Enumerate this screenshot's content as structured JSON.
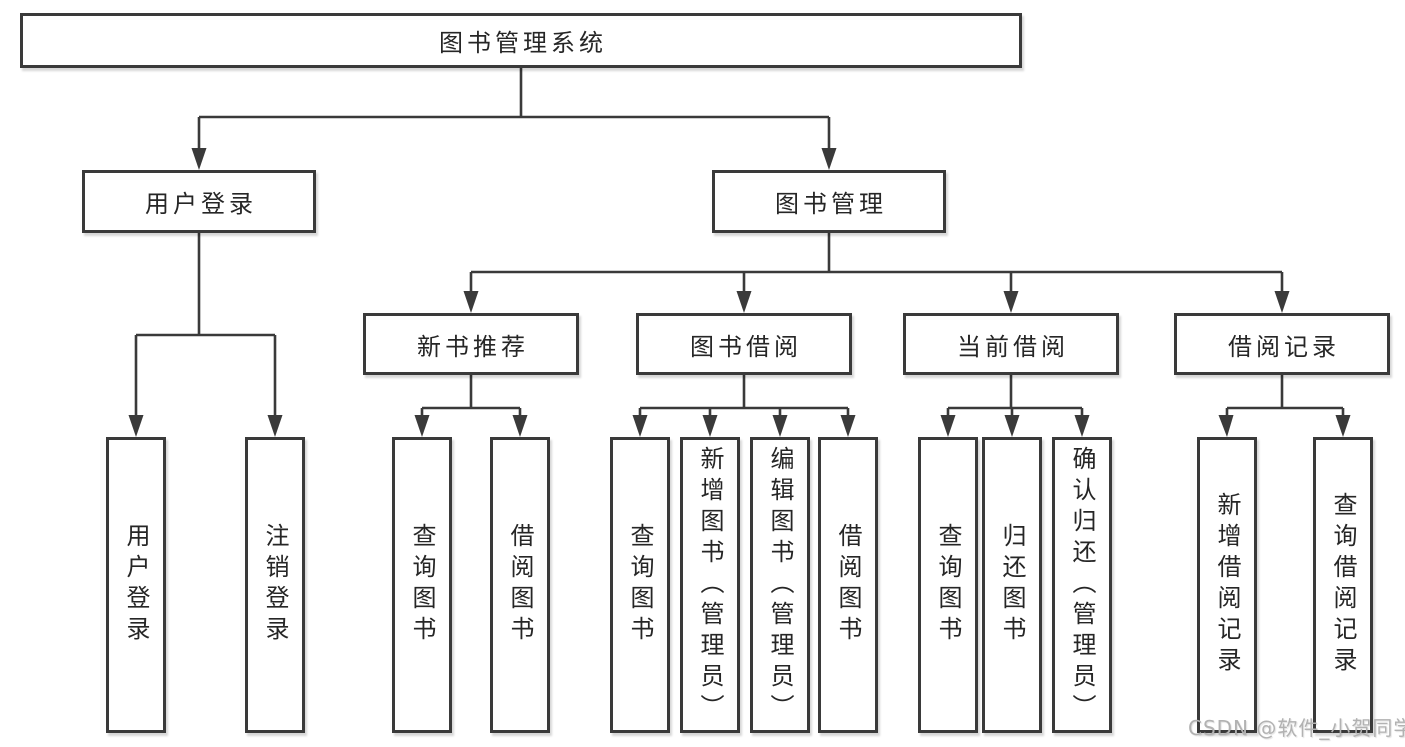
{
  "colors": {
    "line": "#3a3a3a",
    "text": "#262626",
    "background": "#ffffff",
    "watermark": "#b2b2b2"
  },
  "tree": {
    "root": {
      "label": "图书管理系统",
      "children": [
        {
          "label": "用户登录",
          "children": [
            {
              "label": "用户登录"
            },
            {
              "label": "注销登录"
            }
          ]
        },
        {
          "label": "图书管理",
          "children": [
            {
              "label": "新书推荐",
              "children": [
                {
                  "label": "查询图书"
                },
                {
                  "label": "借阅图书"
                }
              ]
            },
            {
              "label": "图书借阅",
              "children": [
                {
                  "label": "查询图书"
                },
                {
                  "label": "新增图书（管理员）"
                },
                {
                  "label": "编辑图书（管理员）"
                },
                {
                  "label": "借阅图书"
                }
              ]
            },
            {
              "label": "当前借阅",
              "children": [
                {
                  "label": "查询图书"
                },
                {
                  "label": "归还图书"
                },
                {
                  "label": "确认归还（管理员）"
                }
              ]
            },
            {
              "label": "借阅记录",
              "children": [
                {
                  "label": "新增借阅记录"
                },
                {
                  "label": "查询借阅记录"
                }
              ]
            }
          ]
        }
      ]
    }
  },
  "watermark": {
    "text": "CSDN @软件_小贺同学"
  }
}
